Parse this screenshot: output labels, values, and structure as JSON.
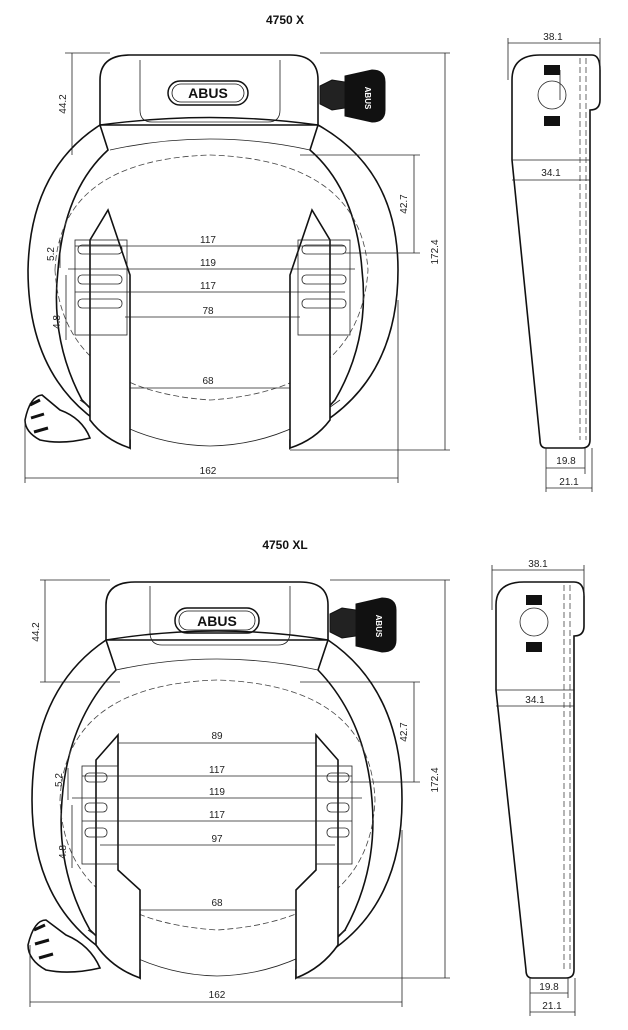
{
  "drawings": [
    {
      "title": "4750 X",
      "front": {
        "width": "162",
        "total_height": "172.4",
        "top_height": "44.2",
        "upper": "42.7",
        "h1": "117",
        "h2": "119",
        "h3": "117",
        "inner": "78",
        "bottom": "68",
        "v1": "5.2",
        "v2": "4.8"
      },
      "side": {
        "top": "38.1",
        "mid": "34.1",
        "bot1": "19.8",
        "bot2": "21.1"
      }
    },
    {
      "title": "4750 XL",
      "front": {
        "width": "162",
        "total_height": "172.4",
        "top_height": "44.2",
        "upper": "42.7",
        "h0": "89",
        "h1": "117",
        "h2": "119",
        "h3": "117",
        "inner": "97",
        "bottom": "68",
        "v1": "5.2",
        "v2": "4.8"
      },
      "side": {
        "top": "38.1",
        "mid": "34.1",
        "bot1": "19.8",
        "bot2": "21.1"
      }
    }
  ],
  "brand": "ABUS",
  "key_text": "ABUS"
}
